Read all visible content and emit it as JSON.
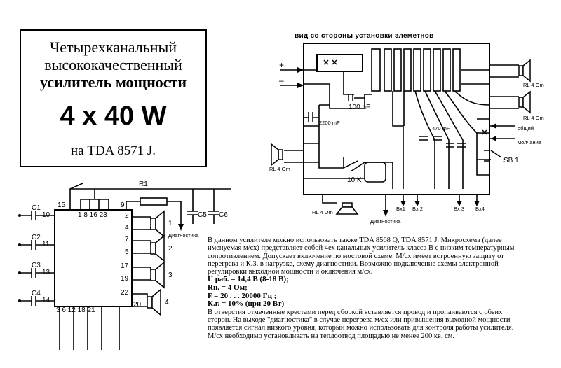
{
  "title_box": {
    "line1": "Четырехканальный",
    "line2": "высококачественный",
    "line3": "усилитель мощности",
    "power": "4 x 40 W",
    "chip": "на TDA 8571 J."
  },
  "pcb": {
    "heading": "вид со стороны установки элеметнов",
    "plus": "+",
    "minus": "–",
    "cap_100": "100 nF",
    "cap_2200": "2200 mF",
    "cap_470": "470 mF",
    "pot": "10 K",
    "rl_top1": "RL 4 Om",
    "rl_top2": "RL 4 Om",
    "rl_left": "RL 4 Om",
    "rl_bottom": "RL 4 Om",
    "common": "общий",
    "mute": "молчание",
    "switch": "SB 1",
    "diag": "Диагностика",
    "in1": "Bx1",
    "in2": "Bx 2",
    "in3": "Bx 3",
    "in4": "Bx4",
    "mark_x": "x"
  },
  "schematic": {
    "r1": "R1",
    "c1": "C1",
    "c2": "C2",
    "c3": "C3",
    "c4": "C4",
    "c5": "C5",
    "c6": "C6",
    "diag": "Диагностика",
    "pin_15": "15",
    "pin_top": "1  8 16 23",
    "pin_9": "9",
    "pin_10": "10",
    "pin_11": "11",
    "pin_13": "13",
    "pin_14": "14",
    "pin_2": "2",
    "pin_4": "4",
    "pin_7": "7",
    "pin_5": "5",
    "pin_17": "17",
    "pin_19": "19",
    "pin_22": "22",
    "pin_20": "20",
    "pin_bottom": "3   6   12   18   21",
    "ch1": "1",
    "ch2": "2",
    "ch3": "3",
    "ch4": "4"
  },
  "description": {
    "p1": "В данном усилителе можно использовать также TDA 8568 Q, TDA 8571 J. Микросхема (далее именуемая м/сх) представляет собой 4ех канальных усилитель класса В с низким температурным сопротивлением. Допускает включение по мостовой схеме. М/сх имеет встроенную защиту от перегрева и К.З. в нагрузке, схему диагностики. Возможно подключение схемы электронной регулировки выходной мощности и оключения м/сх.",
    "spec1": "U раб. = 14,4 В (8-18 В);",
    "spec2": "Rн. = 4 Ом;",
    "spec3": "F = 20 . . . 20000 Гц ;",
    "spec4": "К.г. = 10% (при 20 Вт)",
    "p2": "В отверстия отмеченные крестами перед сборкой вставляется провод и пропаиваются с обеих сторон. На выходе \"диагностика\" в случае перегрева м/сх или привышения выходной мощности появляется сигнал низкого уровня, который можно использовать для контроля работы усилителя.",
    "p3": "М/сх необходимо установливать на теплоотвод площадью не менее 200 кв. см."
  }
}
